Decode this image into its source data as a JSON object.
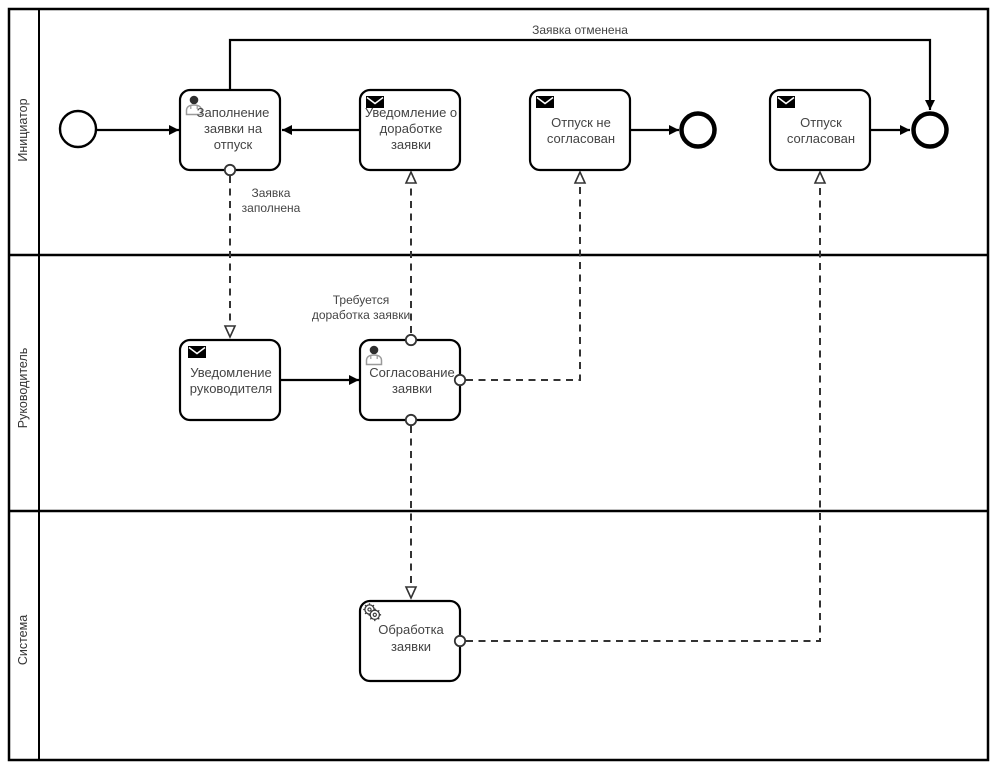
{
  "pool": {
    "lanes": [
      {
        "label": "Инициатор"
      },
      {
        "label": "Руководитель"
      },
      {
        "label": "Система"
      }
    ]
  },
  "tasks": {
    "fill_request": {
      "icon": "user-icon",
      "lines": [
        "Заполнение",
        "заявки на",
        "отпуск"
      ]
    },
    "rework_notice": {
      "icon": "message-icon",
      "lines": [
        "Уведомление о",
        "доработке",
        "заявки"
      ]
    },
    "not_approved": {
      "icon": "message-icon",
      "lines": [
        "Отпуск не",
        "согласован"
      ]
    },
    "approved": {
      "icon": "message-icon",
      "lines": [
        "Отпуск",
        "согласован"
      ]
    },
    "manager_notice": {
      "icon": "message-icon",
      "lines": [
        "Уведомление",
        "руководителя"
      ]
    },
    "approve_request": {
      "icon": "user-icon",
      "lines": [
        "Согласование",
        "заявки"
      ]
    },
    "process_request": {
      "icon": "service-icon",
      "lines": [
        "Обработка",
        "заявки"
      ]
    }
  },
  "flow_labels": {
    "request_cancelled": "Заявка отменена",
    "request_filled": [
      "Заявка",
      "заполнена"
    ],
    "rework_required": [
      "Требуется",
      "доработка заявки"
    ]
  },
  "colors": {
    "stroke": "#000000",
    "message_flow": "#333333",
    "text": "#444444",
    "canvas": "#ffffff"
  }
}
